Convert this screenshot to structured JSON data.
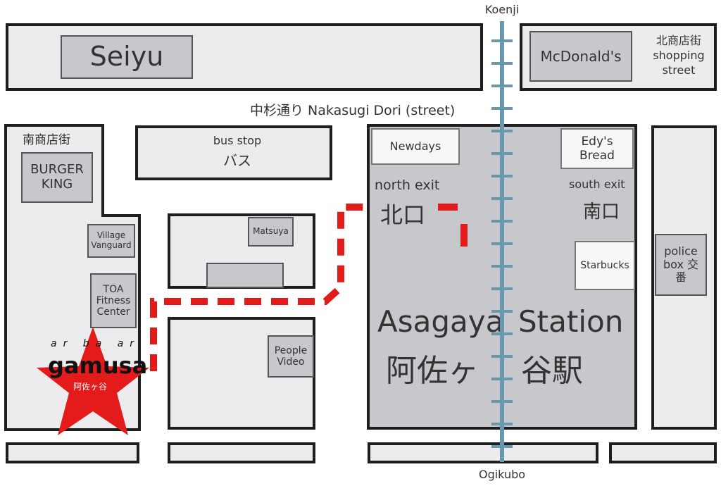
{
  "map": {
    "rail": {
      "north_terminus": "Koenji",
      "south_terminus": "Ogikubo",
      "color": "#6b97ae"
    },
    "street": {
      "label": "中杉通り Nakasugi Dori (street)"
    },
    "places": {
      "seiyu": "Seiyu",
      "mcdonalds": "McDonald's",
      "north_shopping_street": "北商店街 shopping street",
      "south_shopping_street": "南商店街",
      "burger_king": "BURGER KING",
      "bus_stop_en": "bus stop",
      "bus_stop_jp": "バス",
      "newdays": "Newdays",
      "edys_bread": "Edy's Bread",
      "north_exit_en": "north exit",
      "north_exit_jp": "北口",
      "south_exit_en": "south exit",
      "south_exit_jp": "南口",
      "matsuya": "Matsuya",
      "village_vanguard": "Village Vanguard",
      "toa_fitness": "TOA Fitness Center",
      "people_video": "People Video",
      "starbucks": "Starbucks",
      "police_box": "police box 交番"
    },
    "station": {
      "name_en_left": "Asagaya",
      "name_en_right": "Station",
      "name_jp_left": "阿佐ヶ",
      "name_jp_right": "谷駅"
    },
    "venue": {
      "logo_text": "gamusa",
      "logo_small": "ar ba ar",
      "logo_jp": "阿佐ヶ谷",
      "star_color": "#e41b1b"
    },
    "route_color": "#e41b1b",
    "block_color": "#ececee",
    "station_color": "#c6c8cc"
  }
}
